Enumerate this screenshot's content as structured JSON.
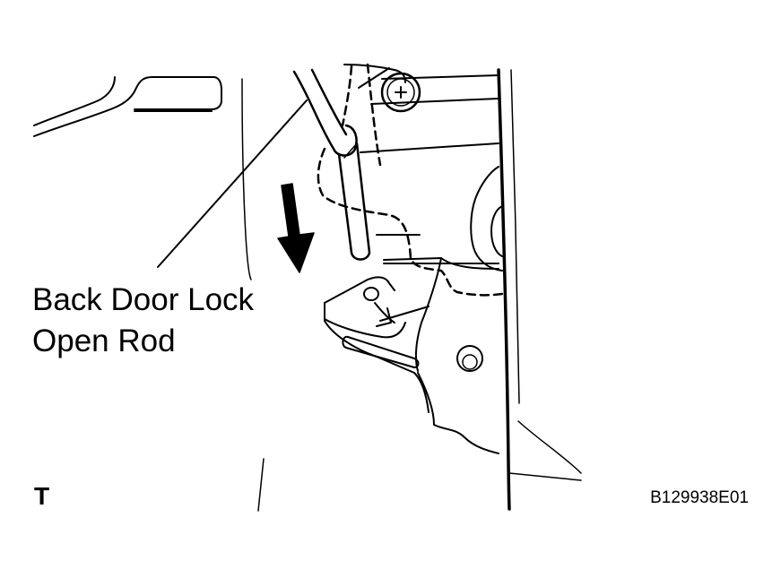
{
  "diagram": {
    "callout": {
      "line1": "Back Door Lock",
      "line2": "Open Rod"
    },
    "corner_mark": "T",
    "figure_id": "B129938E01",
    "arrow": {
      "direction": "down"
    },
    "colors": {
      "line": "#000000",
      "background": "#ffffff"
    }
  }
}
